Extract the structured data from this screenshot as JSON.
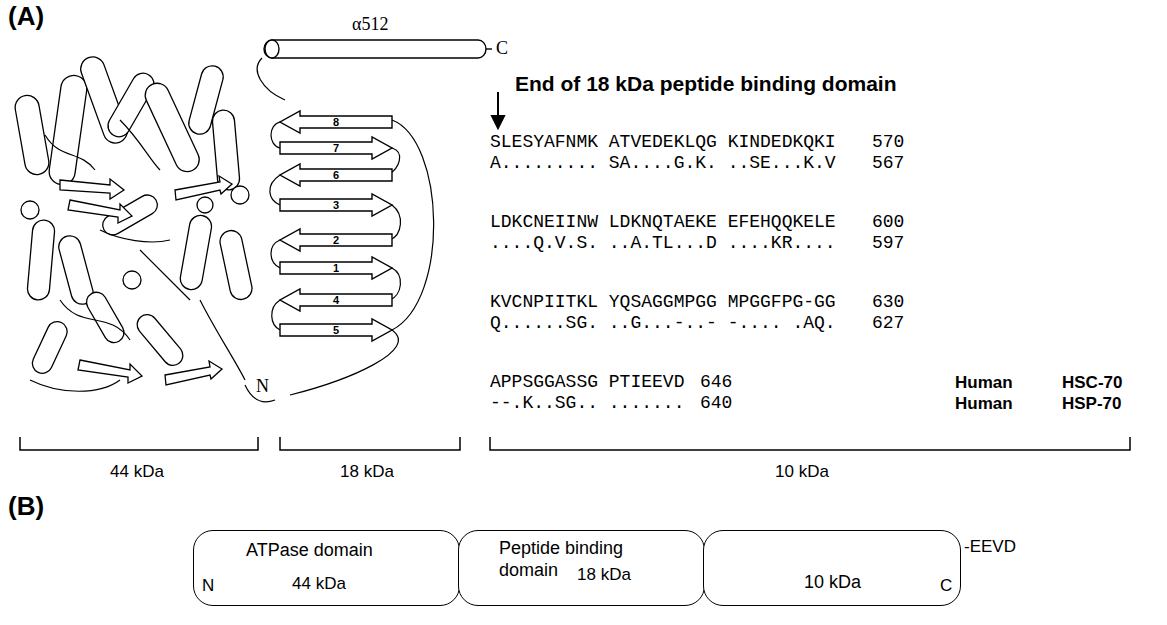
{
  "diagram": {
    "nodes": [
      {
        "text": [
          "ATPase domain",
          "N",
          "44 kDa"
        ]
      },
      {
        "text": [
          "Peptide binding domain",
          "18 kDa"
        ]
      },
      {
        "text": [
          "10 kDa",
          "C"
        ]
      }
    ],
    "labels": [
      "(A)",
      "α512",
      "C",
      "N",
      "8",
      "7",
      "6",
      "3",
      "2",
      "1",
      "4",
      "5",
      "End of 18 kDa peptide binding domain",
      "SLESYAFNMK ATVEDEKLQG KINDEDKQKI",
      "570",
      "A......... SA....G.K. ..SE...K.V",
      "567",
      "LDKCNEIINW LDKNQTAEKE EFEHQQKELE",
      "600",
      "....Q.V.S. ..A.TL...D ....KR....",
      "597",
      "KVCNPIITKL YQSAGGMPGG MPGGFPG-GG",
      "630",
      "Q......SG. ..G...-..- -.... .AQ.",
      "627",
      "APPSGGASSG PTIEEVD",
      "646",
      "Human",
      "HSC-70",
      "--.K..SG.. .......",
      "640",
      "Human",
      "HSP-70",
      "44 kDa",
      "18 kDa",
      "10 kDa",
      "(B)",
      "-EEVD"
    ]
  }
}
